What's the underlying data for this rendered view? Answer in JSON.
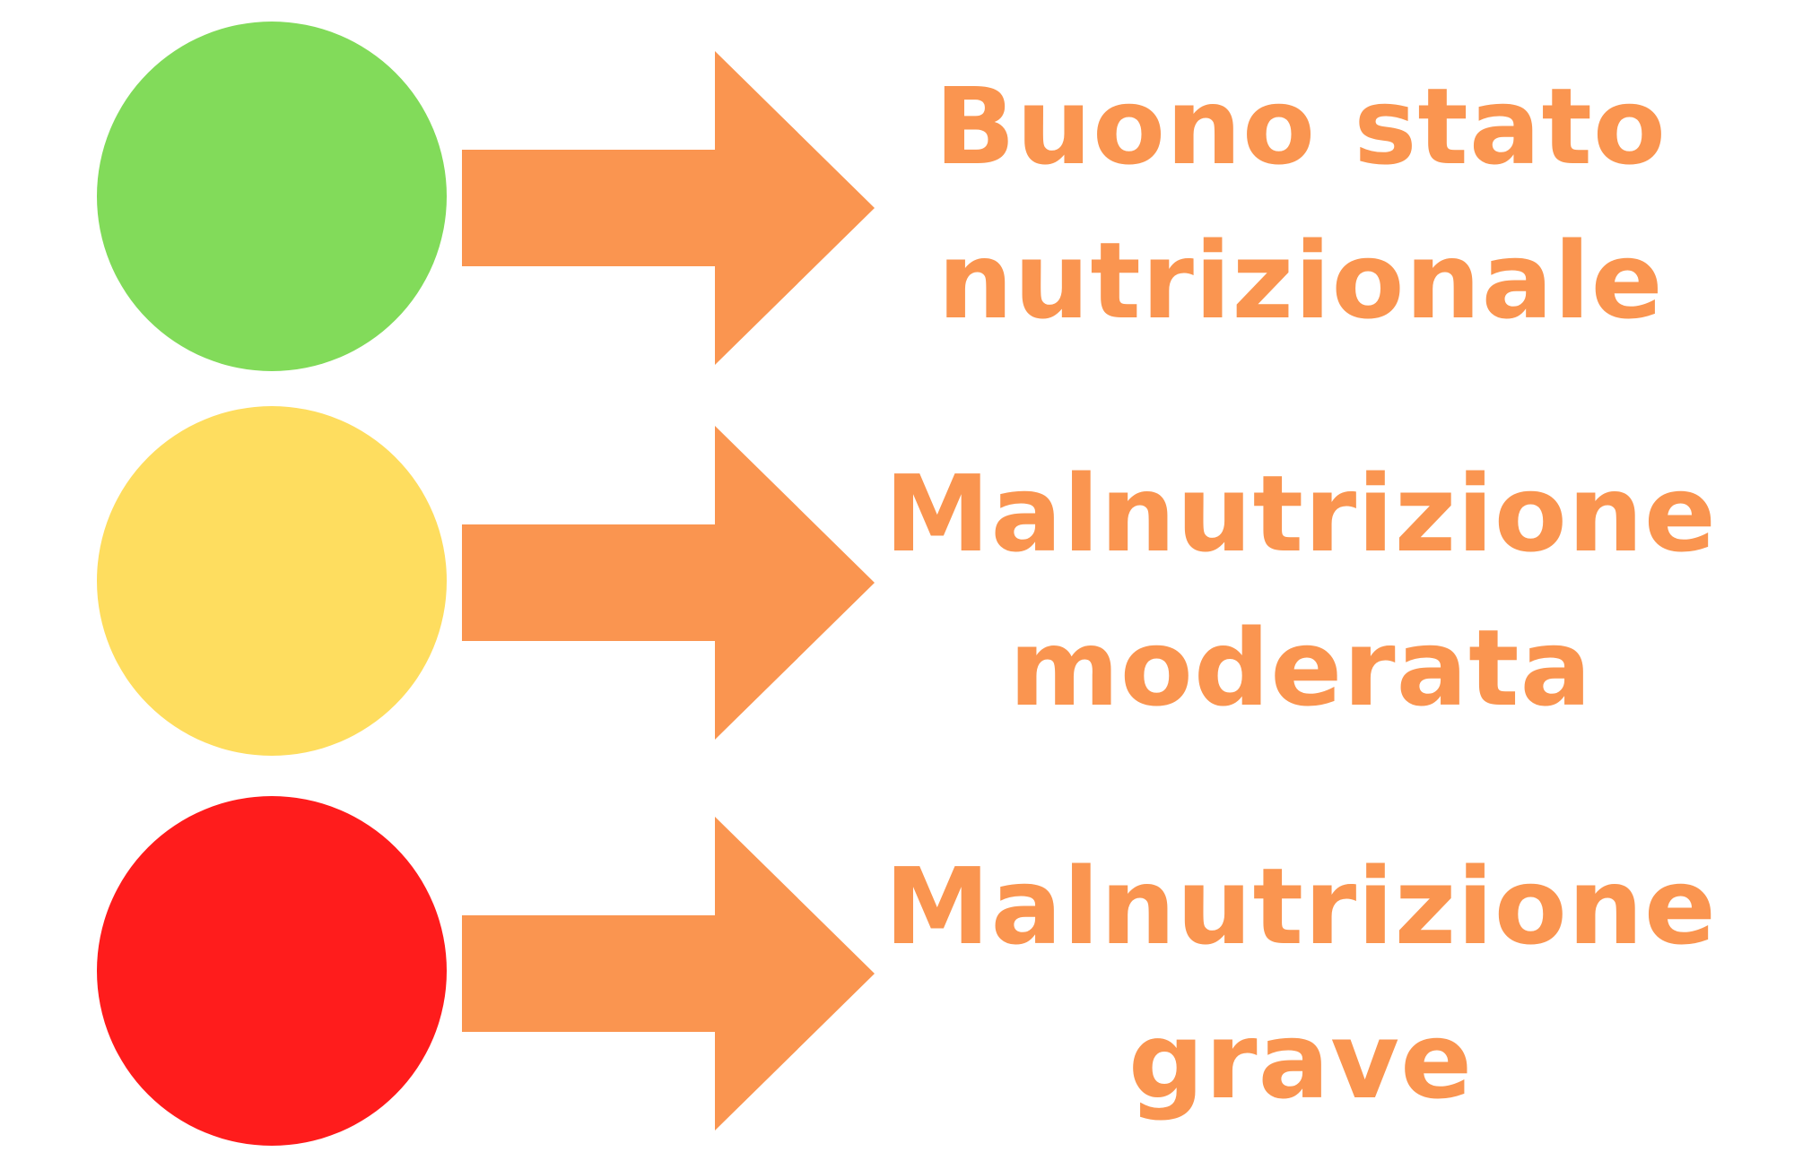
{
  "colors": {
    "arrow": "#fa9550",
    "text": "#fa9550",
    "good": "#82db5a",
    "moderate": "#fedd5f",
    "severe": "#ff1c1c"
  },
  "items": [
    {
      "status": "good",
      "color": "#82db5a",
      "lines": [
        "Buono stato",
        "nutrizionale"
      ]
    },
    {
      "status": "moderate",
      "color": "#fedd5f",
      "lines": [
        "Malnutrizione",
        "moderata"
      ]
    },
    {
      "status": "severe",
      "color": "#ff1c1c",
      "lines": [
        "Malnutrizione",
        "grave"
      ]
    }
  ]
}
